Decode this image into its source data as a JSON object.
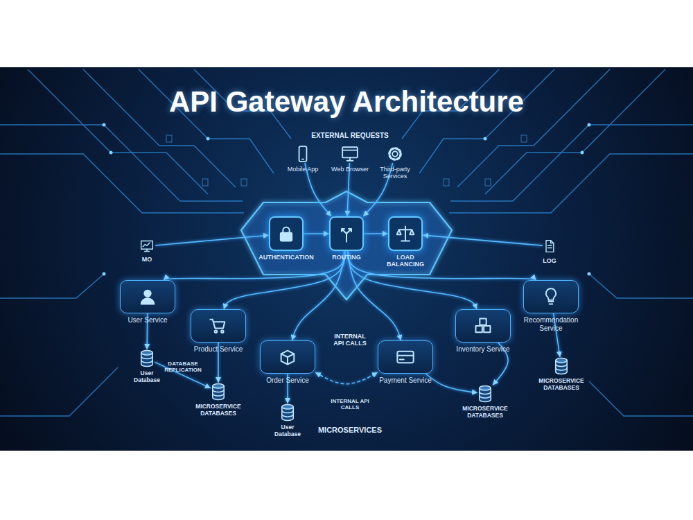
{
  "diagram": {
    "title": "API Gateway Architecture",
    "nodes": [
      {
        "text": [
          "Mobile App"
        ]
      },
      {
        "text": [
          "Web Browser"
        ]
      },
      {
        "text": [
          "Third-party Services"
        ]
      },
      {
        "text": [
          "AUTHENTICATION"
        ]
      },
      {
        "text": [
          "ROUTING"
        ]
      },
      {
        "text": [
          "LOAD BALANCING"
        ]
      },
      {
        "text": [
          "MO"
        ]
      },
      {
        "text": [
          "LOG"
        ]
      },
      {
        "text": [
          "User Service"
        ]
      },
      {
        "text": [
          "Product Service"
        ]
      },
      {
        "text": [
          "Order Service"
        ]
      },
      {
        "text": [
          "Payment Service"
        ]
      },
      {
        "text": [
          "Inventory Service"
        ]
      },
      {
        "text": [
          "Recommendation Service"
        ]
      },
      {
        "text": [
          "User Database"
        ]
      },
      {
        "text": [
          "MICROSERVICE DATABASES"
        ]
      },
      {
        "text": [
          "User Database"
        ]
      },
      {
        "text": [
          "MICROSERVICE DATABASES"
        ]
      },
      {
        "text": [
          "MICROSERVICE DATABASES"
        ]
      }
    ],
    "edges": [
      {
        "from": 0,
        "to": 4,
        "arrow": "to"
      },
      {
        "from": 1,
        "to": 4,
        "arrow": "to"
      },
      {
        "from": 2,
        "to": 4,
        "arrow": "to"
      },
      {
        "from": 3,
        "to": 4,
        "arrow": "to"
      },
      {
        "from": 4,
        "to": 5,
        "arrow": "to"
      },
      {
        "from": 6,
        "to": 3,
        "arrow": "to"
      },
      {
        "from": 7,
        "to": 5,
        "arrow": "to"
      },
      {
        "from": 4,
        "to": 8,
        "arrow": "to"
      },
      {
        "from": 4,
        "to": 9,
        "arrow": "to"
      },
      {
        "from": 4,
        "to": 10,
        "arrow": "to"
      },
      {
        "from": 4,
        "to": 11,
        "arrow": "to"
      },
      {
        "from": 4,
        "to": 12,
        "arrow": "to"
      },
      {
        "from": 4,
        "to": 13,
        "arrow": "to"
      },
      {
        "from": 8,
        "to": 14,
        "arrow": "to"
      },
      {
        "from": 9,
        "to": 15,
        "arrow": "to"
      },
      {
        "from": 10,
        "to": 16,
        "arrow": "to"
      },
      {
        "from": 11,
        "to": 17,
        "arrow": "to"
      },
      {
        "from": 12,
        "to": 17,
        "arrow": "to"
      },
      {
        "from": 13,
        "to": 18,
        "arrow": "to"
      },
      {
        "from": 14,
        "to": 15,
        "label": "DATABASE REPLICATION",
        "arrow": "to"
      },
      {
        "from": 10,
        "to": 11,
        "label": "INTERNAL API CALLS",
        "arrow": "both"
      }
    ],
    "labels": [
      "EXTERNAL REQUESTS",
      "INTERNAL API CALLS",
      "MICROSERVICES"
    ]
  }
}
